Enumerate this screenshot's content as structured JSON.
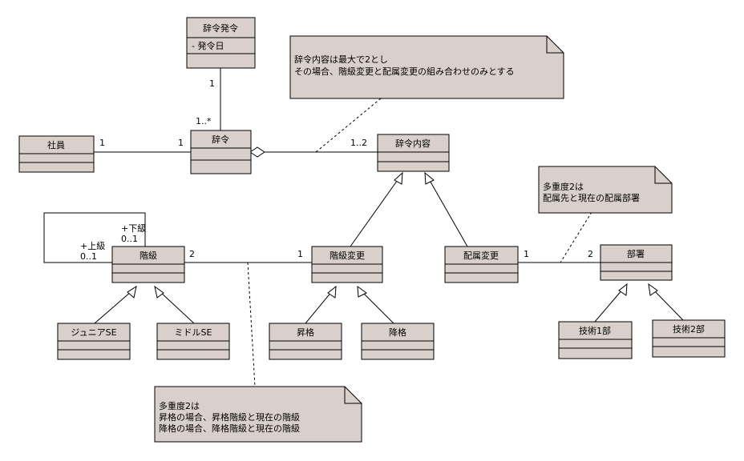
{
  "classes": {
    "jirei_hatsurei": {
      "name": "辞令発令",
      "attr": "- 発令日"
    },
    "jirei": {
      "name": "辞令"
    },
    "shain": {
      "name": "社員"
    },
    "jirei_naiyou": {
      "name": "辞令内容"
    },
    "kaikyuu": {
      "name": "階級"
    },
    "kaikyuu_henkou": {
      "name": "階級変更"
    },
    "haizoku_henkou": {
      "name": "配属変更"
    },
    "busho": {
      "name": "部署"
    },
    "junior_se": {
      "name": "ジュニアSE"
    },
    "middle_se": {
      "name": "ミドルSE"
    },
    "shoukaku": {
      "name": "昇格"
    },
    "koukaku": {
      "name": "降格"
    },
    "gijutsu1": {
      "name": "技術1部"
    },
    "gijutsu2": {
      "name": "技術2部"
    }
  },
  "multiplicities": {
    "hatsurei_top": "1",
    "hatsurei_bottom": "1..*",
    "shain_side": "1",
    "jirei_left": "1",
    "naiyou_side": "1..2",
    "kaikyuu_right": "2",
    "henkou_left": "1",
    "haizoku_right": "1",
    "busho_left": "2",
    "self_lower_role": "+下級",
    "self_lower_mult": "0..1",
    "self_upper_role": "+上級",
    "self_upper_mult": "0..1"
  },
  "notes": {
    "note1": [
      "辞令内容は最大で2とし",
      "その場合、階級変更と配属変更の組み合わせのみとする"
    ],
    "note2": [
      "多重度2は",
      "配属先と現在の配属部署"
    ],
    "note3": [
      "多重度2は",
      "昇格の場合、昇格階級と現在の階級",
      "降格の場合、降格階級と現在の階級"
    ]
  },
  "colors": {
    "fill": "#d9d0cb",
    "stroke": "#000000"
  }
}
